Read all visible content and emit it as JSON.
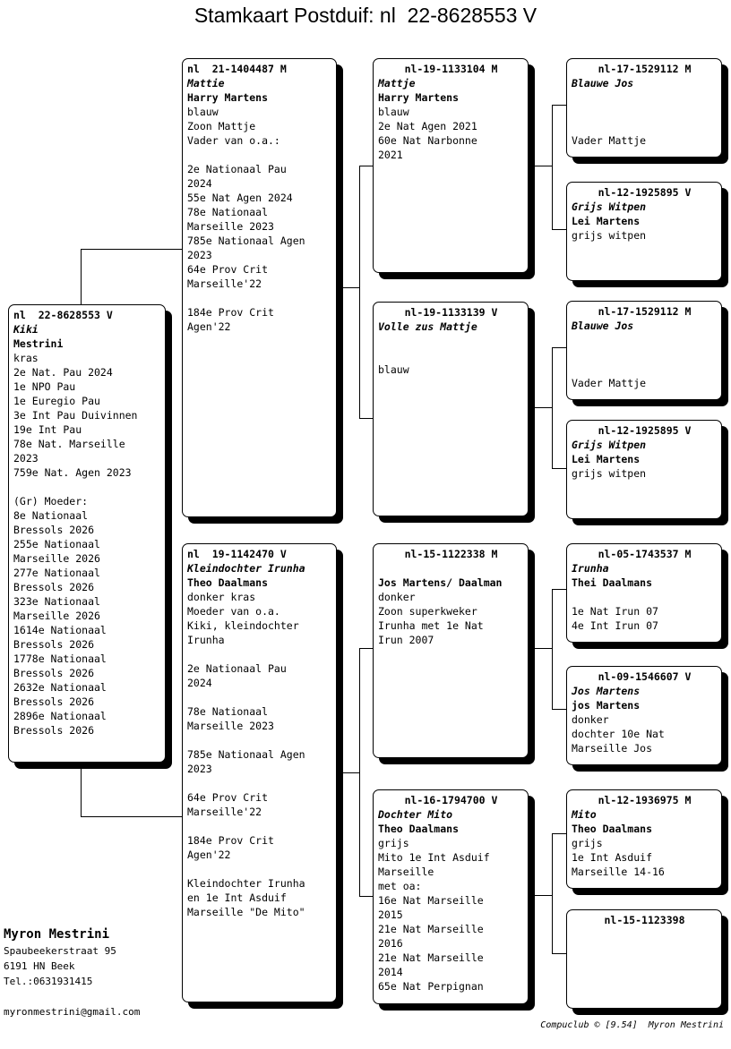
{
  "title": "Stamkaart Postduif: nl  22-8628553 V",
  "cards": {
    "p0": {
      "ring": "nl  22-8628553 V",
      "name": "Kiki",
      "breeder": "Mestrini",
      "lines": [
        "kras",
        "2e Nat. Pau 2024",
        "1e NPO Pau",
        "1e Euregio Pau",
        "3e Int Pau Duivinnen",
        "19e Int Pau",
        "78e Nat. Marseille",
        "2023",
        "759e Nat. Agen 2023",
        "",
        "(Gr) Moeder:",
        "8e Nationaal",
        "Bressols 2026",
        "255e Nationaal",
        "Marseille 2026",
        "277e Nationaal",
        "Bressols 2026",
        "323e Nationaal",
        "Marseille 2026",
        "1614e Nationaal",
        "Bressols 2026",
        "1778e Nationaal",
        "Bressols 2026",
        "2632e Nationaal",
        "Bressols 2026",
        "2896e Nationaal",
        "Bressols 2026"
      ]
    },
    "p1": {
      "ring": "nl  21-1404487 M",
      "name": "Mattie",
      "breeder": "Harry Martens",
      "lines": [
        "blauw",
        "Zoon Mattje",
        "Vader van o.a.:",
        "",
        "2e Nationaal Pau",
        "2024",
        "55e Nat Agen 2024",
        "78e Nationaal",
        "Marseille 2023",
        "785e Nationaal Agen",
        "2023",
        "64e Prov Crit",
        "Marseille'22",
        "",
        "184e Prov Crit",
        "Agen'22"
      ]
    },
    "p2": {
      "ring": "nl  19-1142470 V",
      "name": "Kleindochter Irunha",
      "breeder": "Theo Daalmans",
      "lines": [
        "donker kras",
        "Moeder van o.a.",
        "Kiki, kleindochter",
        "Irunha",
        "",
        "2e Nationaal Pau",
        "2024",
        "",
        "78e Nationaal",
        "Marseille 2023",
        "",
        "785e Nationaal Agen",
        "2023",
        "",
        "64e Prov Crit",
        "Marseille'22",
        "",
        "184e Prov Crit",
        "Agen'22",
        "",
        "Kleindochter Irunha",
        "en 1e Int Asduif",
        "Marseille \"De Mito\""
      ]
    },
    "p3": {
      "ring": "nl-19-1133104 M",
      "name": "Mattje",
      "breeder": "Harry Martens",
      "lines": [
        "blauw",
        "2e Nat Agen 2021",
        "60e Nat Narbonne",
        "2021"
      ]
    },
    "p4": {
      "ring": "nl-19-1133139 V",
      "name": "Volle zus Mattje",
      "breeder": "",
      "lines": [
        "",
        "blauw"
      ]
    },
    "p5": {
      "ring": "nl-15-1122338 M",
      "name": "",
      "breeder": "Jos Martens/ Daalman",
      "lines": [
        "donker",
        "Zoon superkweker",
        "Irunha met 1e Nat",
        "Irun 2007"
      ]
    },
    "p6": {
      "ring": "nl-16-1794700 V",
      "name": "Dochter Mito",
      "breeder": "Theo Daalmans",
      "lines": [
        "grijs",
        "Mito 1e Int Asduif",
        "Marseille",
        "met oa:",
        "16e Nat Marseille",
        "2015",
        "21e Nat Marseille",
        "2016",
        "21e Nat Marseille",
        "2014",
        "65e Nat Perpignan"
      ]
    },
    "p7": {
      "ring": "nl-17-1529112 M",
      "name": "Blauwe Jos",
      "breeder": "",
      "lines": [
        "",
        "",
        "Vader Mattje"
      ]
    },
    "p8": {
      "ring": "nl-12-1925895 V",
      "name": "Grijs Witpen",
      "breeder": "Lei Martens",
      "lines": [
        "grijs witpen"
      ]
    },
    "p9": {
      "ring": "nl-17-1529112 M",
      "name": "Blauwe Jos",
      "breeder": "",
      "lines": [
        "",
        "",
        "Vader Mattje"
      ]
    },
    "p10": {
      "ring": "nl-12-1925895 V",
      "name": "Grijs Witpen",
      "breeder": "Lei Martens",
      "lines": [
        "grijs witpen"
      ]
    },
    "p11": {
      "ring": "nl-05-1743537 M",
      "name": "Irunha",
      "breeder": "Thei Daalmans",
      "lines": [
        "",
        "1e Nat Irun 07",
        "4e Int Irun 07"
      ]
    },
    "p12": {
      "ring": "nl-09-1546607 V",
      "name": "Jos Martens",
      "breeder": "jos Martens",
      "lines": [
        "donker",
        "dochter 10e Nat",
        "Marseille Jos"
      ]
    },
    "p13": {
      "ring": "nl-12-1936975 M",
      "name": "Mito",
      "breeder": "Theo Daalmans",
      "lines": [
        "grijs",
        "1e Int Asduif",
        "Marseille 14-16"
      ]
    },
    "p14": {
      "ring": "nl-15-1123398",
      "name": "",
      "breeder": "",
      "lines": []
    }
  },
  "owner": {
    "name": "Myron Mestrini",
    "street": "Spaubeekerstraat 95",
    "city": "6191 HN  Beek",
    "phone": "Tel.:0631931415",
    "email": "myronmestrini@gmail.com"
  },
  "footer": "Compuclub © [9.54]  Myron Mestrini"
}
